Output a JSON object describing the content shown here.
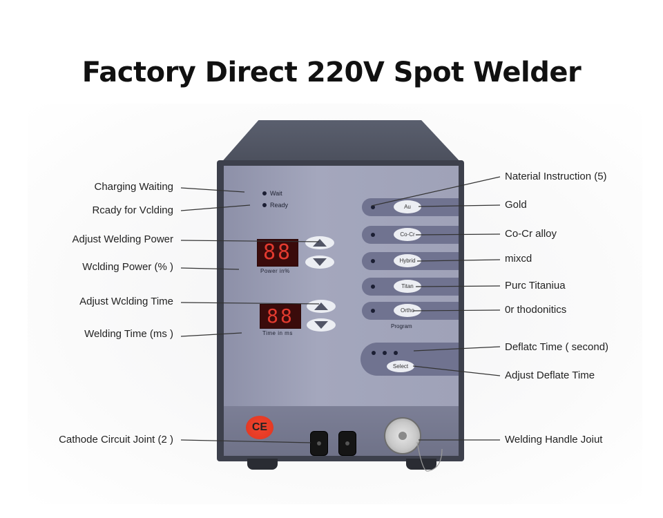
{
  "title": "Factory Direct 220V Spot Welder",
  "device": {
    "status_leds": [
      {
        "label": "Wait"
      },
      {
        "label": "Ready"
      }
    ],
    "power_display": {
      "value": "88",
      "label": "Power  in%"
    },
    "time_display": {
      "value": "88",
      "label": "Time  in  ms"
    },
    "material_buttons": [
      {
        "label": "Au"
      },
      {
        "label": "Co-Cr"
      },
      {
        "label": "Hybrid"
      },
      {
        "label": "Titan"
      },
      {
        "label": "Ortho"
      }
    ],
    "program_label": "Program",
    "deflate_select_label": "Select",
    "ce_mark": "CE"
  },
  "callouts_left": [
    {
      "label": "Charging Waiting"
    },
    {
      "label": "Rcady for Vclding"
    },
    {
      "label": "Adjust Welding Power"
    },
    {
      "label": "Wclding Power (% )"
    },
    {
      "label": "Adjust Wclding Time"
    },
    {
      "label": "Welding Time (ms )"
    },
    {
      "label": "Cathode Circuit Joint (2 )"
    }
  ],
  "callouts_right": [
    {
      "label": "Naterial Instruction (5)"
    },
    {
      "label": "Gold"
    },
    {
      "label": "Co-Cr  alloy"
    },
    {
      "label": "mixcd"
    },
    {
      "label": "Purc Titaniua"
    },
    {
      "label": "0r thodonitics"
    },
    {
      "label": "Deflatc Time ( second)"
    },
    {
      "label": "Adjust  Deflate Time"
    },
    {
      "label": "Welding  Handle  Joiut"
    }
  ],
  "colors": {
    "panel": "#a4a7bd",
    "casing": "#3d404c",
    "display_digits": "#e23a2f",
    "ce_badge": "#e53a24"
  }
}
